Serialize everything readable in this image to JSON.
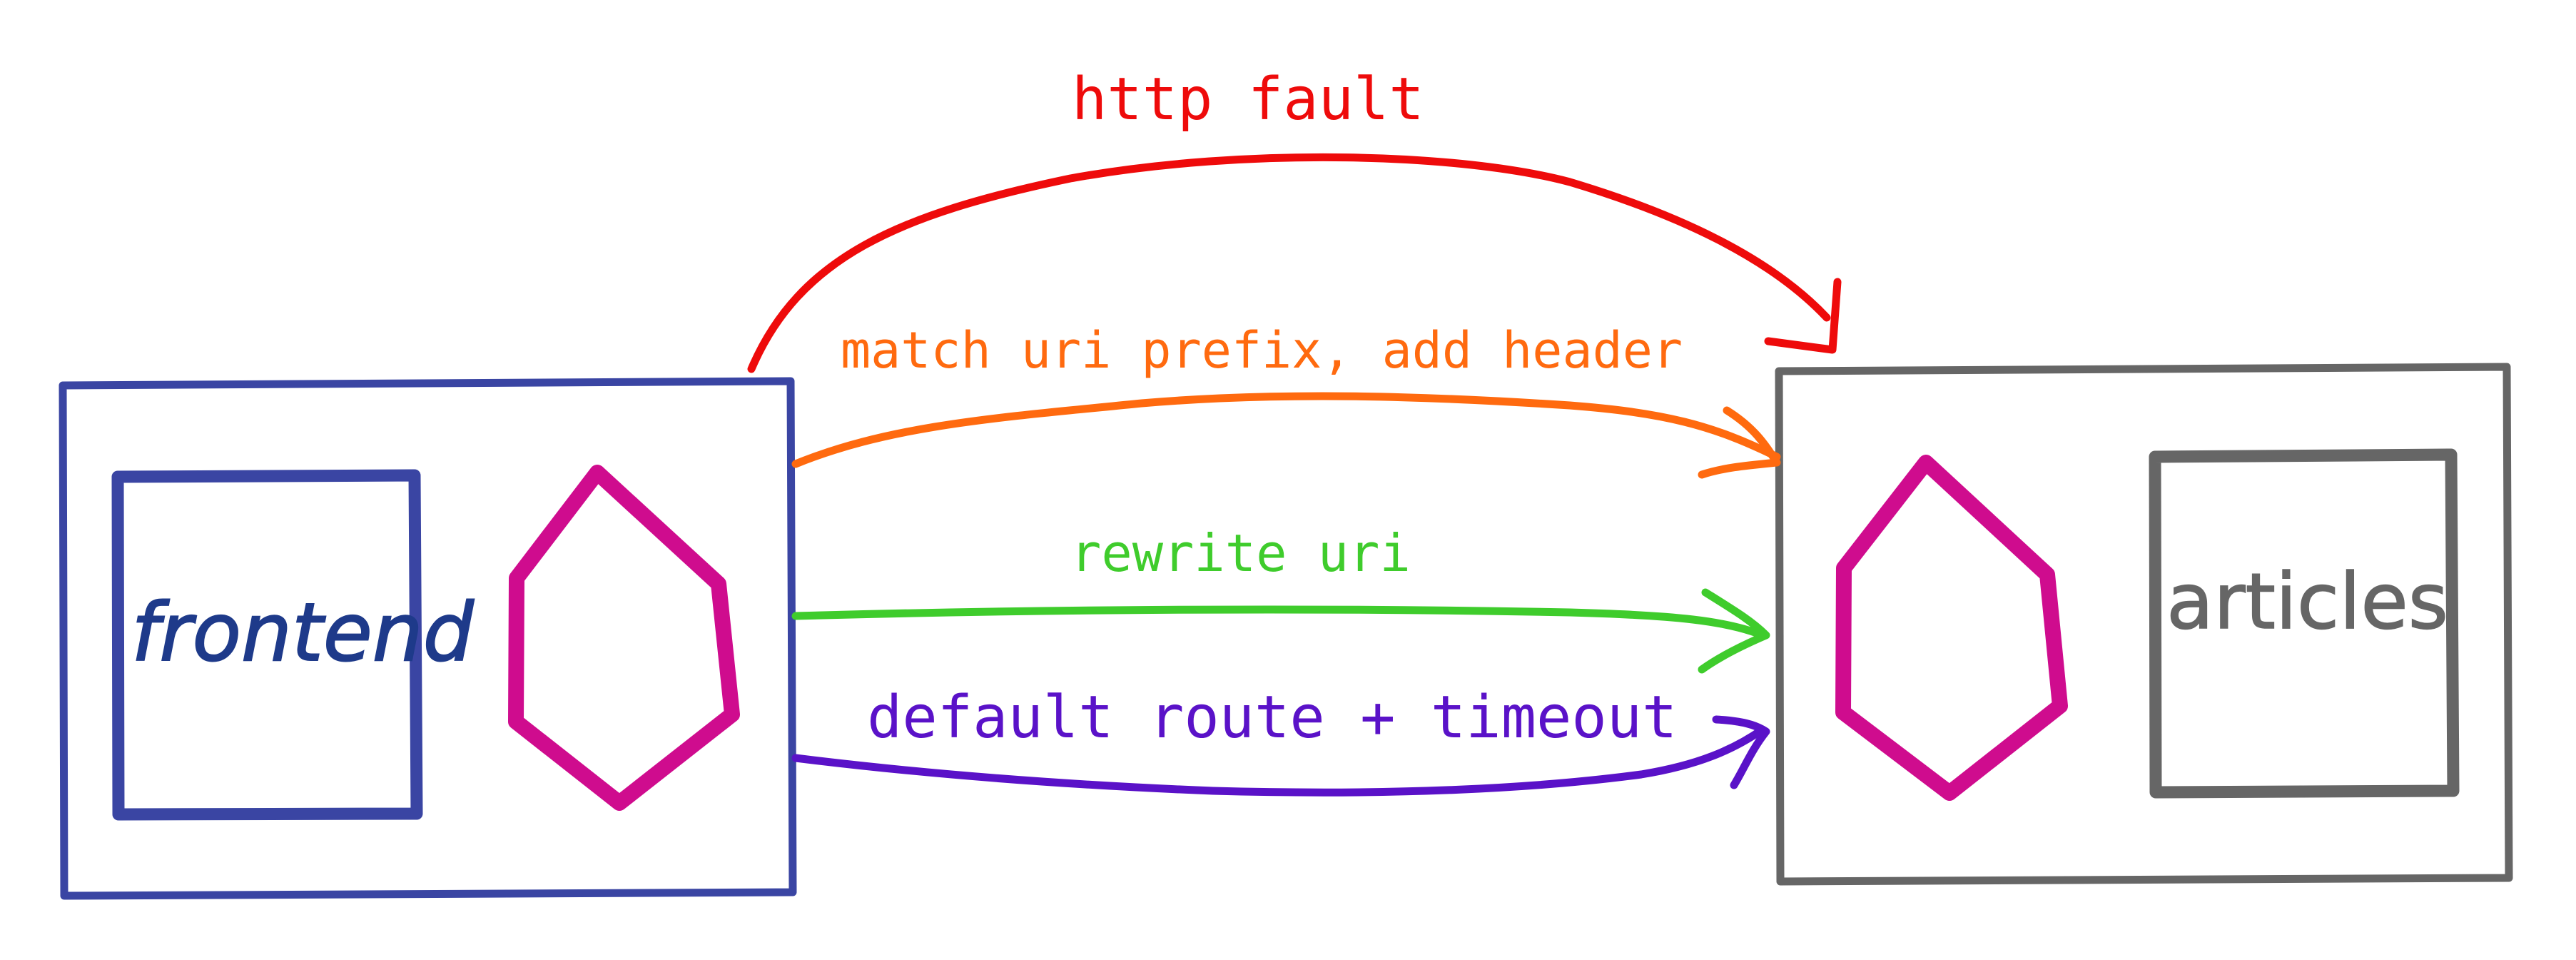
{
  "nodes": {
    "frontend": {
      "label": "frontend",
      "color": "#3a45a3",
      "label_color": "#1e3a8a"
    },
    "articles": {
      "label": "articles",
      "color": "#666666",
      "label_color": "#666666"
    },
    "proxy_color": "#cf0c8e"
  },
  "routes": [
    {
      "id": "http-fault",
      "label": "http fault",
      "color": "#ee0b0b"
    },
    {
      "id": "match-uri-prefix",
      "label": "match uri prefix, add header",
      "color": "#ff6a0f"
    },
    {
      "id": "rewrite-uri",
      "label": "rewrite uri",
      "color": "#3fcc2c"
    },
    {
      "id": "default-route",
      "label": "default route + timeout",
      "color": "#5a12c8"
    }
  ]
}
